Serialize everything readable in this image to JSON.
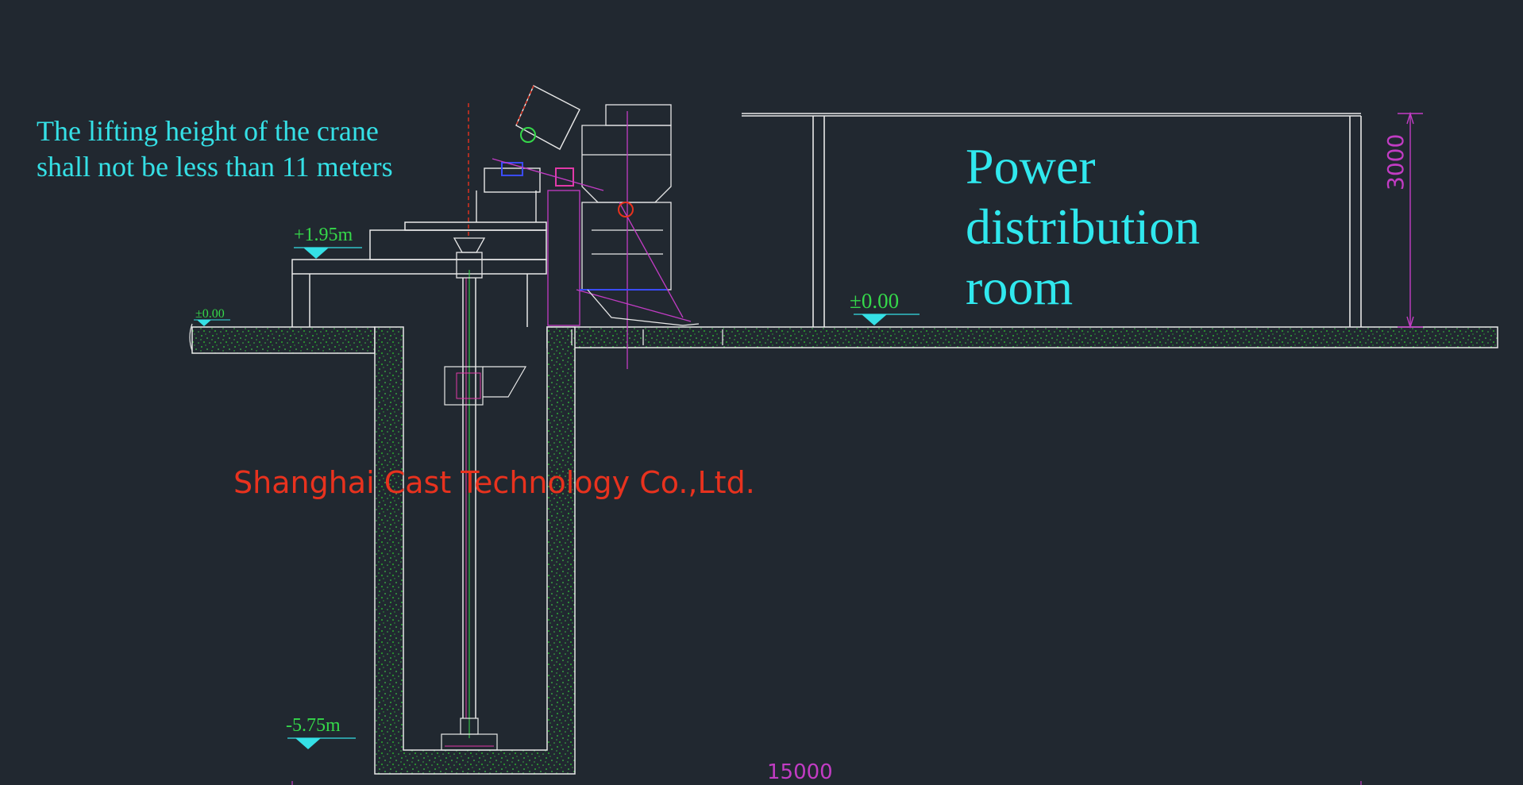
{
  "drawing": {
    "crane_note": {
      "line1": "The lifting height of the crane",
      "line2": "shall not be less than 11 meters"
    },
    "room_label": {
      "line1": "Power",
      "line2": "distribution",
      "line3": "room"
    },
    "elevations": {
      "platform": "+1.95m",
      "ground_left": "±0.00",
      "ground_right": "±0.00",
      "pit_bottom": "-5.75m"
    },
    "dimensions": {
      "room_height": "3000",
      "total_length": "15000"
    },
    "watermark": "Shanghai Cast Technology Co.,Ltd."
  },
  "colors": {
    "background": "#212830",
    "outline": "#e8e8e8",
    "text_cyan": "#35e0e6",
    "elevation_green": "#35d84a",
    "dimension_magenta": "#c23cc4",
    "watermark_red": "#e8321e",
    "concrete_hatch": "#2fa83a"
  }
}
